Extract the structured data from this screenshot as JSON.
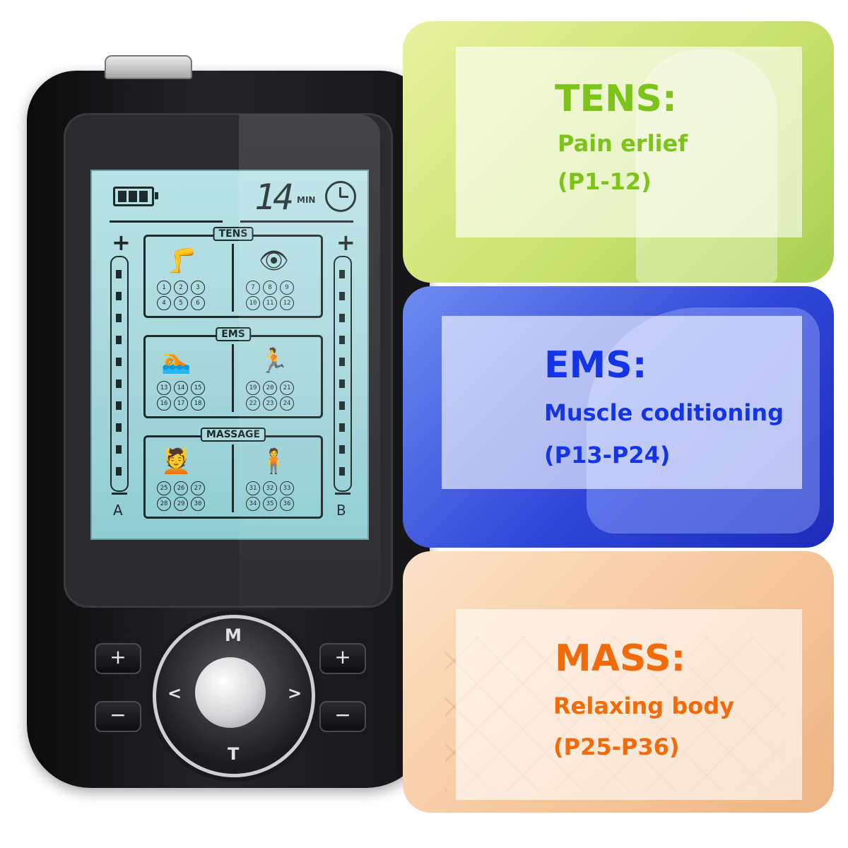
{
  "device": {
    "timer_value": "14",
    "timer_unit": "MIN",
    "channel_a": "A",
    "channel_b": "B",
    "plus": "+",
    "minus": "−",
    "groups": {
      "tens": "TENS",
      "ems": "EMS",
      "massage": "MASSAGE"
    },
    "programs": [
      [
        "1",
        "2",
        "3",
        "4",
        "5",
        "6"
      ],
      [
        "7",
        "8",
        "9",
        "10",
        "11",
        "12"
      ],
      [
        "13",
        "14",
        "15",
        "16",
        "17",
        "18"
      ],
      [
        "19",
        "20",
        "21",
        "22",
        "23",
        "24"
      ],
      [
        "25",
        "26",
        "27",
        "28",
        "29",
        "30"
      ],
      [
        "31",
        "32",
        "33",
        "34",
        "35",
        "36"
      ]
    ],
    "icons": [
      "knee-icon",
      "eye-massage-icon",
      "swimmer-icon",
      "runner-icon",
      "back-massage-icon",
      "shoulder-icon"
    ],
    "ring": {
      "top": "M",
      "bottom": "T",
      "left": "<",
      "right": ">"
    }
  },
  "panels": [
    {
      "heading": "TENS:",
      "subtitle": "Pain erlief",
      "range": "(P1-12)",
      "color": "#7cc41a"
    },
    {
      "heading": "EMS:",
      "subtitle": "Muscle coditioning",
      "range": "(P13-P24)",
      "color": "#1434e8"
    },
    {
      "heading": "MASS:",
      "subtitle": "Relaxing body",
      "range": "(P25-P36)",
      "color": "#f26a0a"
    }
  ]
}
